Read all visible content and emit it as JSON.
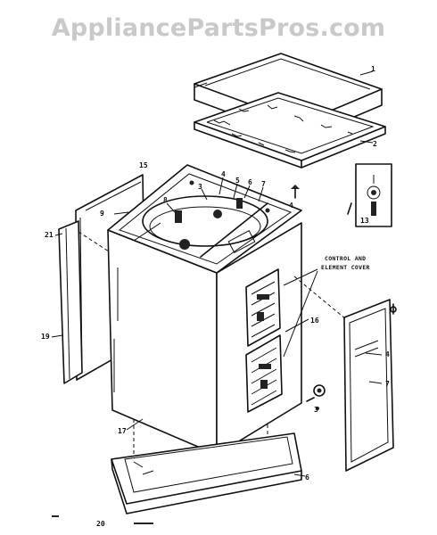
{
  "watermark": "AppliancePartsPros.com",
  "callout_note": {
    "line1": "CONTROL AND",
    "line2": "ELEMENT COVER"
  }
}
